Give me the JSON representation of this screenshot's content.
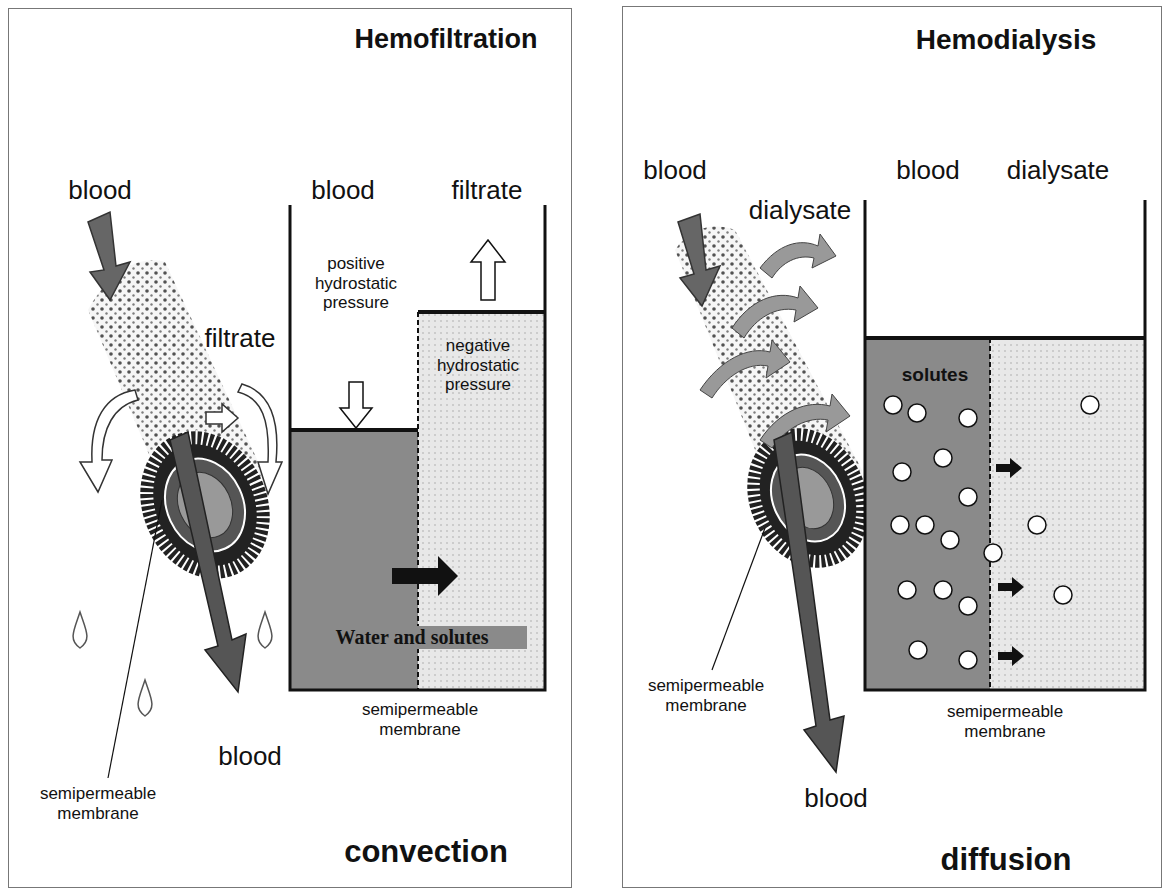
{
  "diagram": {
    "nodes": [
      {
        "text": [
          "Hemofiltration",
          "convection"
        ]
      },
      {
        "text": [
          "Hemodialysis",
          "diffusion"
        ]
      }
    ],
    "labels": [
      "blood",
      "filtrate",
      "blood",
      "semipermeable membrane",
      "blood",
      "filtrate",
      "positive hydrostatic pressure",
      "negative hydrostatic pressure",
      "Water and solutes",
      "semipermeable membrane",
      "blood",
      "dialysate",
      "semipermeable membrane",
      "blood",
      "blood",
      "dialysate",
      "solutes",
      "semipermeable membrane"
    ]
  }
}
